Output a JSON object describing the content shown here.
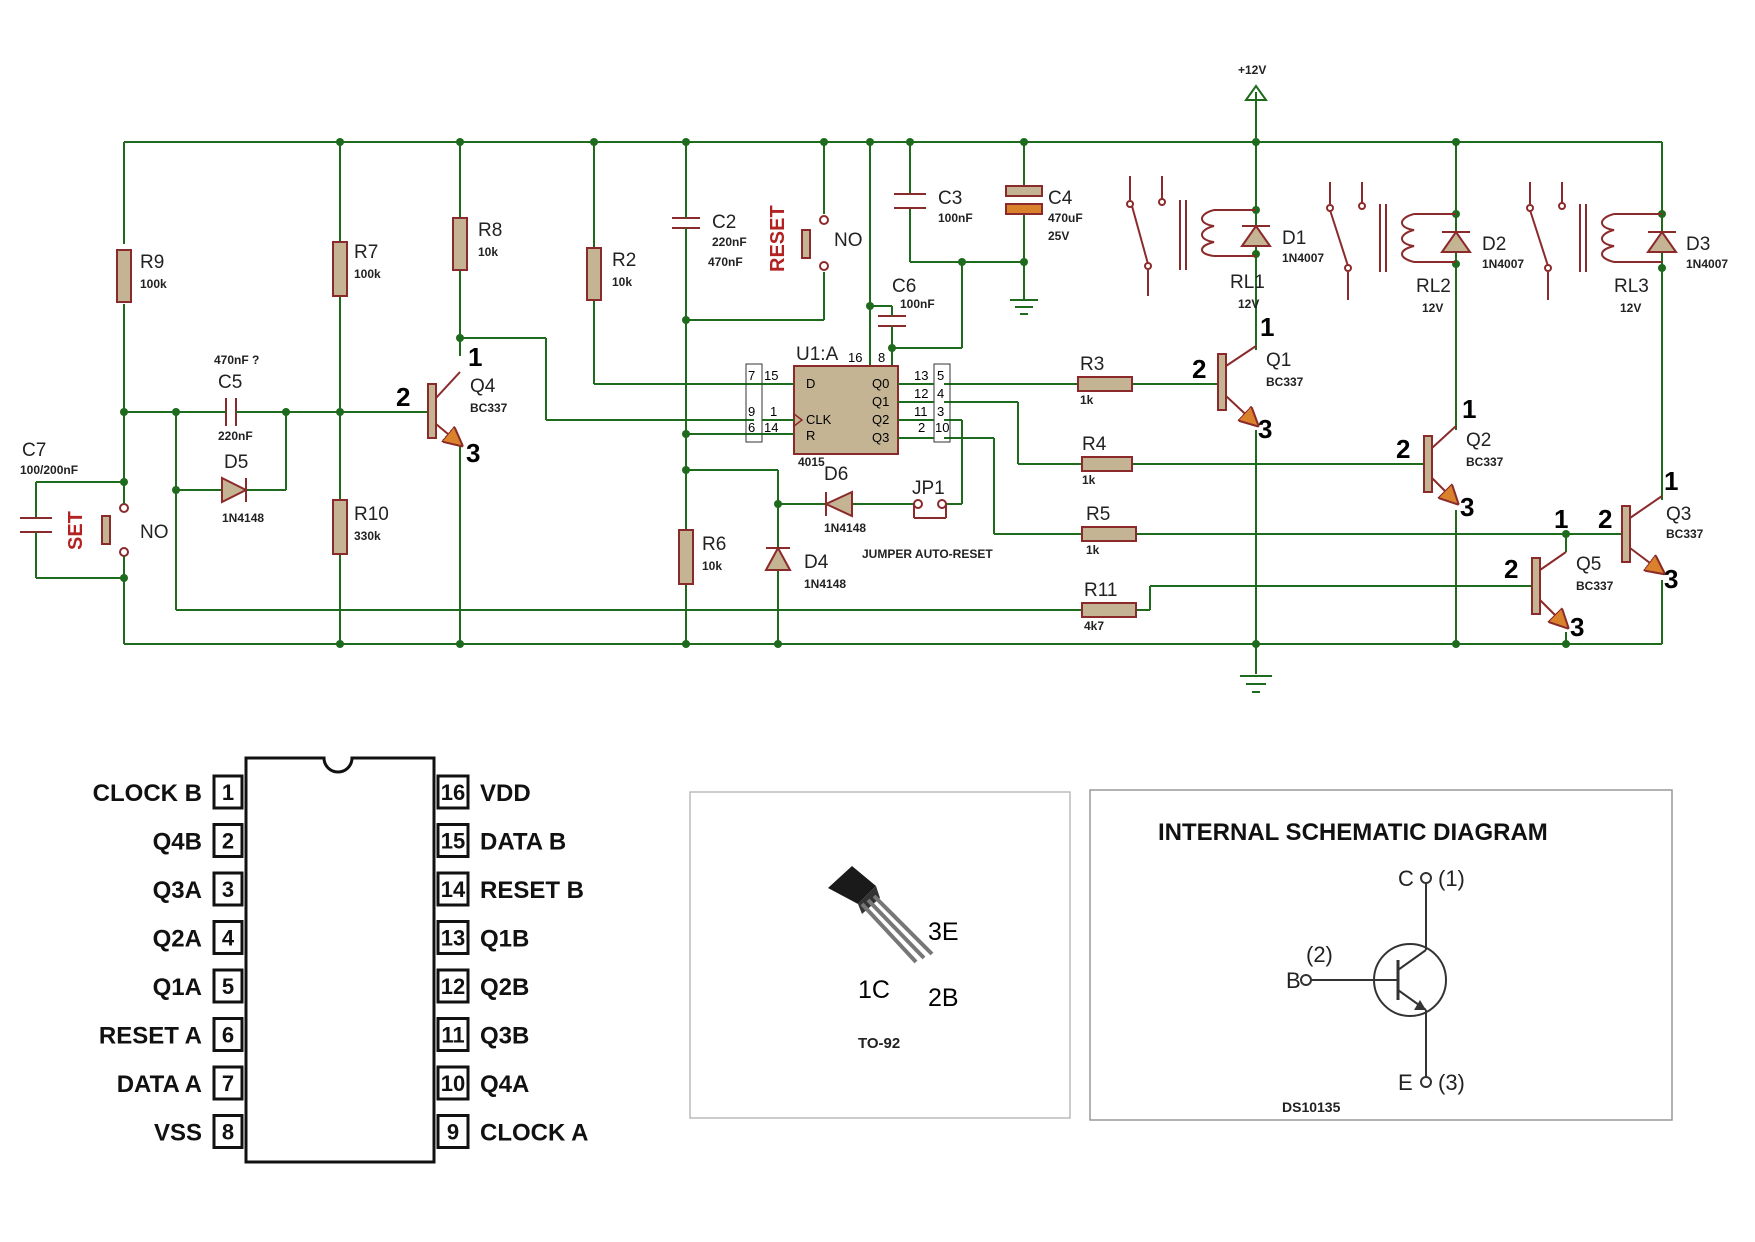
{
  "schematic": {
    "supply": "+12V",
    "resistors": {
      "R9": {
        "name": "R9",
        "value": "100k"
      },
      "R7": {
        "name": "R7",
        "value": "100k"
      },
      "R8": {
        "name": "R8",
        "value": "10k"
      },
      "R2": {
        "name": "R2",
        "value": "10k"
      },
      "R10": {
        "name": "R10",
        "value": "330k"
      },
      "R6": {
        "name": "R6",
        "value": "10k"
      },
      "R3": {
        "name": "R3",
        "value": "1k"
      },
      "R4": {
        "name": "R4",
        "value": "1k"
      },
      "R5": {
        "name": "R5",
        "value": "1k"
      },
      "R11": {
        "name": "R11",
        "value": "4k7"
      }
    },
    "capacitors": {
      "C2": {
        "name": "C2",
        "value": "220nF",
        "note": "470nF"
      },
      "C3": {
        "name": "C3",
        "value": "100nF"
      },
      "C4": {
        "name": "C4",
        "value": "470uF",
        "voltage": "25V"
      },
      "C5": {
        "name": "C5",
        "value": "220nF",
        "note": "470nF ?"
      },
      "C6": {
        "name": "C6",
        "value": "100nF"
      },
      "C7": {
        "name": "C7",
        "value": "100/200nF"
      }
    },
    "diodes": {
      "D1": {
        "name": "D1",
        "value": "1N4007"
      },
      "D2": {
        "name": "D2",
        "value": "1N4007"
      },
      "D3": {
        "name": "D3",
        "value": "1N4007"
      },
      "D4": {
        "name": "D4",
        "value": "1N4148"
      },
      "D5": {
        "name": "D5",
        "value": "1N4148"
      },
      "D6": {
        "name": "D6",
        "value": "1N4148"
      }
    },
    "transistors": {
      "Q1": {
        "name": "Q1",
        "value": "BC337"
      },
      "Q2": {
        "name": "Q2",
        "value": "BC337"
      },
      "Q3": {
        "name": "Q3",
        "value": "BC337"
      },
      "Q4": {
        "name": "Q4",
        "value": "BC337"
      },
      "Q5": {
        "name": "Q5",
        "value": "BC337"
      }
    },
    "relays": {
      "RL1": {
        "name": "RL1",
        "value": "12V"
      },
      "RL2": {
        "name": "RL2",
        "value": "12V"
      },
      "RL3": {
        "name": "RL3",
        "value": "12V"
      }
    },
    "buttons": {
      "set": "SET",
      "reset": "RESET",
      "no": "NO"
    },
    "jumper": {
      "name": "JP1",
      "label": "JUMPER AUTO-RESET"
    },
    "ic": {
      "name": "U1:A",
      "part": "4015",
      "pins": {
        "d": "D",
        "clk": "CLK",
        "r": "R",
        "q0": "Q0",
        "q1": "Q1",
        "q2": "Q2",
        "q3": "Q3"
      },
      "pin_numbers": [
        "7",
        "15",
        "9",
        "1",
        "6",
        "14",
        "16",
        "8",
        "13",
        "5",
        "12",
        "4",
        "11",
        "3",
        "2",
        "10"
      ]
    },
    "pin_labels": [
      "1",
      "2",
      "3"
    ]
  },
  "dip": {
    "left": [
      {
        "num": "1",
        "label": "CLOCK B"
      },
      {
        "num": "2",
        "label": "Q4B"
      },
      {
        "num": "3",
        "label": "Q3A"
      },
      {
        "num": "4",
        "label": "Q2A"
      },
      {
        "num": "5",
        "label": "Q1A"
      },
      {
        "num": "6",
        "label": "RESET A"
      },
      {
        "num": "7",
        "label": "DATA A"
      },
      {
        "num": "8",
        "label": "VSS"
      }
    ],
    "right": [
      {
        "num": "16",
        "label": "VDD"
      },
      {
        "num": "15",
        "label": "DATA B"
      },
      {
        "num": "14",
        "label": "RESET B"
      },
      {
        "num": "13",
        "label": "Q1B"
      },
      {
        "num": "12",
        "label": "Q2B"
      },
      {
        "num": "11",
        "label": "Q3B"
      },
      {
        "num": "10",
        "label": "Q4A"
      },
      {
        "num": "9",
        "label": "CLOCK A"
      }
    ]
  },
  "package": {
    "name": "TO-92",
    "e": "3E",
    "c": "1C",
    "b": "2B"
  },
  "internal": {
    "title": "INTERNAL  SCHEMATIC  DIAGRAM",
    "c": "C",
    "c_num": "(1)",
    "b": "B",
    "b_num": "(2)",
    "e": "E",
    "e_num": "(3)",
    "code": "DS10135"
  }
}
